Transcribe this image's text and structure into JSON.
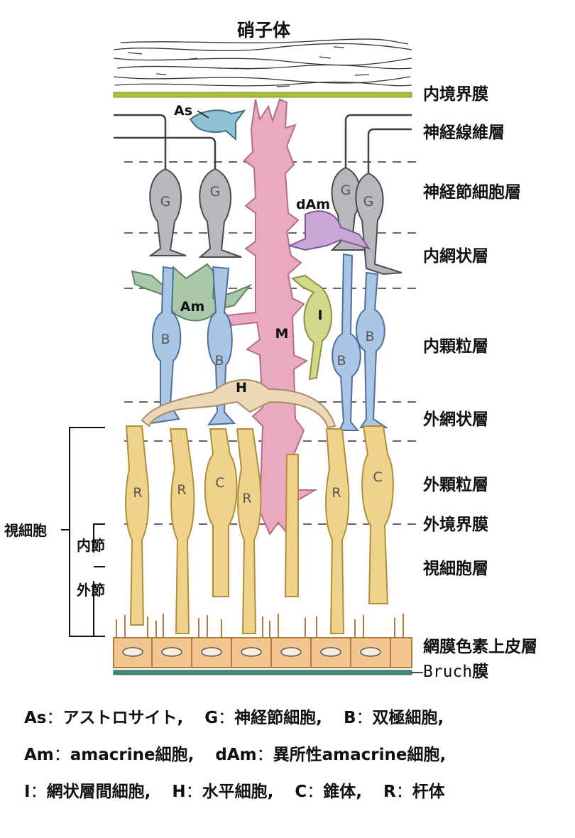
{
  "title": "硝子体",
  "layers": {
    "ilm": "内境界膜",
    "nfl": "神経線維層",
    "gcl": "神経節細胞層",
    "ipl": "内網状層",
    "inl": "内顆粒層",
    "opl": "外網状層",
    "onl": "外顆粒層",
    "olm": "外境界膜",
    "photoreceptor": "視細胞層",
    "rpe": "網膜色素上皮層",
    "bruch_word": "Bruch",
    "bruch_suffix": "膜"
  },
  "left_labels": {
    "photoreceptor_cell": "視細胞",
    "inner_segment": "内節",
    "outer_segment": "外節"
  },
  "cell_labels": {
    "as": "As",
    "g": "G",
    "dam": "dAm",
    "am": "Am",
    "b": "B",
    "i": "I",
    "m": "M",
    "h": "H",
    "r": "R",
    "c": "C"
  },
  "caption": {
    "line1": [
      {
        "abbr": "As",
        "desc": "アストロサイト,"
      },
      {
        "abbr": "G",
        "desc": "神経節細胞,"
      },
      {
        "abbr": "B",
        "desc": "双極細胞,"
      }
    ],
    "line2": [
      {
        "abbr": "Am",
        "desc": "amacrine細胞,"
      },
      {
        "abbr": "dAm",
        "desc": "異所性amacrine細胞,"
      }
    ],
    "line3": [
      {
        "abbr": "I",
        "desc": "網状層間細胞,"
      },
      {
        "abbr": "H",
        "desc": "水平細胞,"
      },
      {
        "abbr": "C",
        "desc": "錐体,"
      },
      {
        "abbr": "R",
        "desc": "杆体"
      }
    ],
    "separator": "："
  },
  "colors": {
    "ilm": "#a9c23a",
    "ganglion": "#b8b8bc",
    "bipolar": "#a9c6e6",
    "amacrine": "#a9c9a9",
    "dam": "#c8a6d6",
    "muller": "#e9a9c0",
    "interplexiform": "#d3d98a",
    "horizontal": "#ecd7b7",
    "photoreceptor": "#efd38a",
    "rpe": "#f3c58f",
    "bruch": "#3f8a78",
    "astrocyte": "#8fc3d3"
  }
}
